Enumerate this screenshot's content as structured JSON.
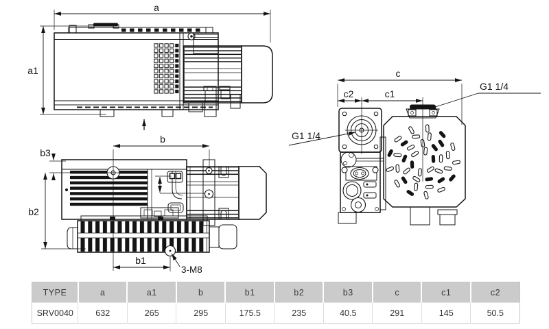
{
  "drawing": {
    "labels": {
      "dim_a": "a",
      "dim_a1": "a1",
      "dim_b": "b",
      "dim_b1": "b1",
      "dim_b2": "b2",
      "dim_b3": "b3",
      "dim_c": "c",
      "dim_c1": "c1",
      "dim_c2": "c2",
      "port_left": "G1 1/4",
      "port_top": "G1 1/4",
      "thread_note": "3-M8"
    }
  },
  "table": {
    "headers": [
      "TYPE",
      "a",
      "a1",
      "b",
      "b1",
      "b2",
      "b3",
      "c",
      "c1",
      "c2"
    ],
    "rows": [
      [
        "SRV0040",
        "632",
        "265",
        "295",
        "175.5",
        "235",
        "40.5",
        "291",
        "145",
        "50.5"
      ]
    ]
  },
  "colors": {
    "line": "#141414",
    "table_header_bg": "#cbcbcb",
    "table_border": "#c6c6c6",
    "table_text": "#3a3a3a",
    "background": "#ffffff"
  }
}
